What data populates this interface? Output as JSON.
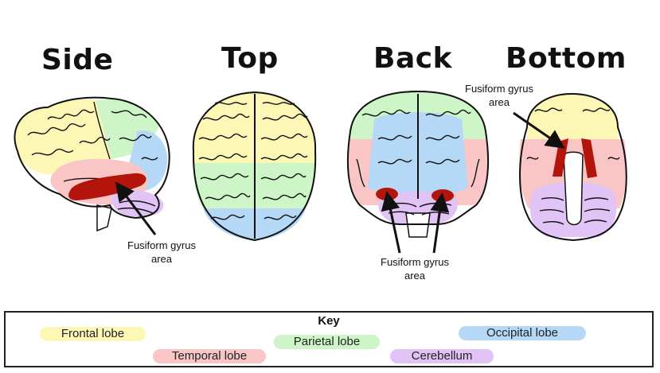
{
  "views": {
    "side": "Side",
    "top": "Top",
    "back": "Back",
    "bottom": "Bottom"
  },
  "labels": {
    "side": [
      "Fusiform gyrus",
      "area"
    ],
    "back": [
      "Fusiform gyrus",
      "area"
    ],
    "bottom": [
      "Fusiform gyrus",
      "area"
    ]
  },
  "key": {
    "title": "Key",
    "items": [
      {
        "label": "Frontal lobe",
        "color": "#fdf7b6"
      },
      {
        "label": "Temporal lobe",
        "color": "#f9c5c5"
      },
      {
        "label": "Parietal lobe",
        "color": "#cdf5c7"
      },
      {
        "label": "Cerebellum",
        "color": "#e2c3f6"
      },
      {
        "label": "Occipital lobe",
        "color": "#b4d8f6"
      }
    ]
  },
  "colors": {
    "frontal": "#fdf7b6",
    "temporal": "#f9c5c5",
    "parietal": "#cdf5c7",
    "occipital": "#b4d8f6",
    "cerebellum": "#e2c3f6",
    "fusiform": "#b3150d"
  }
}
